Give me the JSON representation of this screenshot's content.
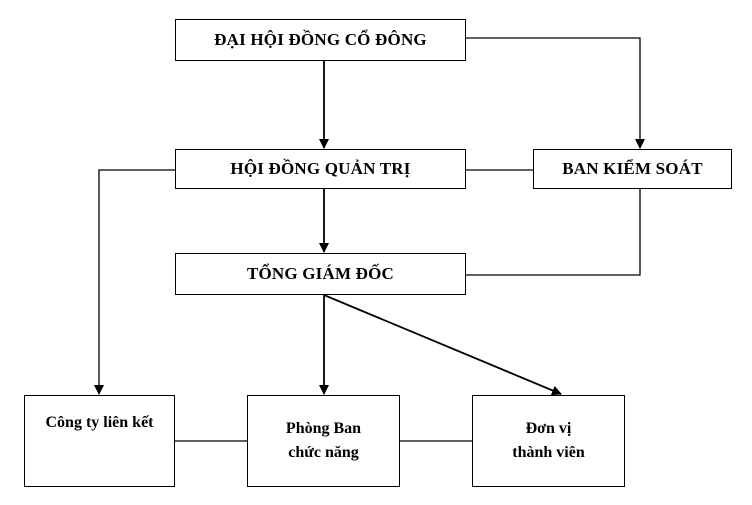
{
  "diagram": {
    "nodes": {
      "dai_hoi_dong_co_dong": "ĐẠI HỘI ĐỒNG CỔ ĐÔNG",
      "hoi_dong_quan_tri": "HỘI ĐỒNG QUẢN TRỊ",
      "ban_kiem_soat": "BAN KIỂM SOÁT",
      "tong_giam_doc": "TỔNG GIÁM ĐỐC",
      "cong_ty_lien_ket": "Công ty liên kết",
      "phong_ban": {
        "line1": "Phòng Ban",
        "line2": "chức năng"
      },
      "don_vi": {
        "line1": "Đơn vị",
        "line2": "thành viên"
      }
    },
    "connections": [
      {
        "from": "dai_hoi_dong_co_dong",
        "to": "hoi_dong_quan_tri",
        "arrow": true
      },
      {
        "from": "dai_hoi_dong_co_dong",
        "to": "ban_kiem_soat",
        "arrow": true
      },
      {
        "from": "hoi_dong_quan_tri",
        "to": "ban_kiem_soat",
        "arrow": false
      },
      {
        "from": "hoi_dong_quan_tri",
        "to": "tong_giam_doc",
        "arrow": true
      },
      {
        "from": "hoi_dong_quan_tri",
        "to": "cong_ty_lien_ket",
        "arrow": true
      },
      {
        "from": "ban_kiem_soat",
        "to": "tong_giam_doc",
        "arrow": false
      },
      {
        "from": "tong_giam_doc",
        "to": "phong_ban",
        "arrow": true
      },
      {
        "from": "tong_giam_doc",
        "to": "don_vi",
        "arrow": true
      },
      {
        "from": "cong_ty_lien_ket",
        "to": "phong_ban",
        "arrow": false
      },
      {
        "from": "phong_ban",
        "to": "don_vi",
        "arrow": false
      }
    ],
    "colors": {
      "line": "#000000",
      "background": "#ffffff"
    }
  }
}
